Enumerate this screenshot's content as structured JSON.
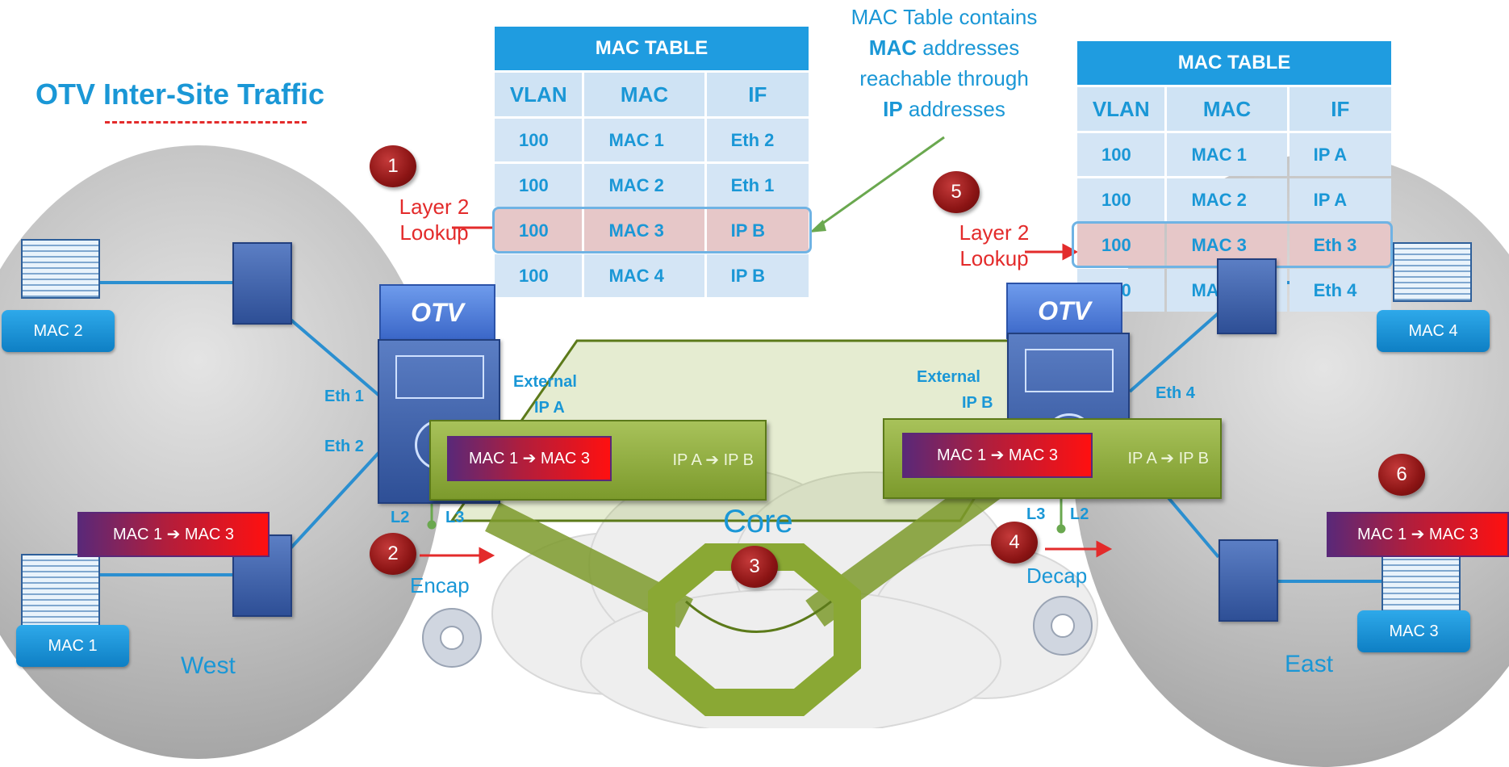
{
  "title": "OTV Inter-Site Traffic",
  "callout": {
    "line1": "MAC Table contains",
    "line2_bold": "MAC",
    "line2_rest": " addresses",
    "line3": "reachable through",
    "line4_bold": "IP",
    "line4_rest": " addresses"
  },
  "tables": {
    "west": {
      "caption": "MAC TABLE",
      "headers": [
        "VLAN",
        "MAC",
        "IF"
      ],
      "rows": [
        [
          "100",
          "MAC 1",
          "Eth 2"
        ],
        [
          "100",
          "MAC 2",
          "Eth 1"
        ],
        [
          "100",
          "MAC 3",
          "IP B"
        ],
        [
          "100",
          "MAC 4",
          "IP B"
        ]
      ]
    },
    "east": {
      "caption": "MAC TABLE",
      "headers": [
        "VLAN",
        "MAC",
        "IF"
      ],
      "rows": [
        [
          "100",
          "MAC 1",
          "IP A"
        ],
        [
          "100",
          "MAC 2",
          "IP A"
        ],
        [
          "100",
          "MAC 3",
          "Eth 3"
        ],
        [
          "100",
          "MAC 4",
          "Eth 4"
        ]
      ]
    }
  },
  "steps": {
    "s1": "1",
    "s2": "2",
    "s3": "3",
    "s4": "4",
    "s5": "5",
    "s6": "6"
  },
  "labels": {
    "layer2_line1": "Layer 2",
    "layer2_line2": "Lookup",
    "encap": "Encap",
    "decap": "Decap",
    "core": "Core",
    "west": "West",
    "east": "East",
    "otv": "OTV",
    "external": "External",
    "ip_a": "IP A",
    "ip_b": "IP B",
    "eth1": "Eth 1",
    "eth2": "Eth 2",
    "eth4": "Eth 4",
    "l2": "L2",
    "l3": "L3"
  },
  "hosts": {
    "mac1": "MAC 1",
    "mac2": "MAC 2",
    "mac3": "MAC 3",
    "mac4": "MAC 4"
  },
  "frames": {
    "inner": "MAC 1 ➔ MAC 3",
    "outer_ip": "IP A ➔ IP B"
  },
  "colors": {
    "accent_blue": "#1a97d6",
    "step_red": "#8b1414",
    "arrow_red": "#e32b2b",
    "core_green": "#7c9a2c"
  }
}
